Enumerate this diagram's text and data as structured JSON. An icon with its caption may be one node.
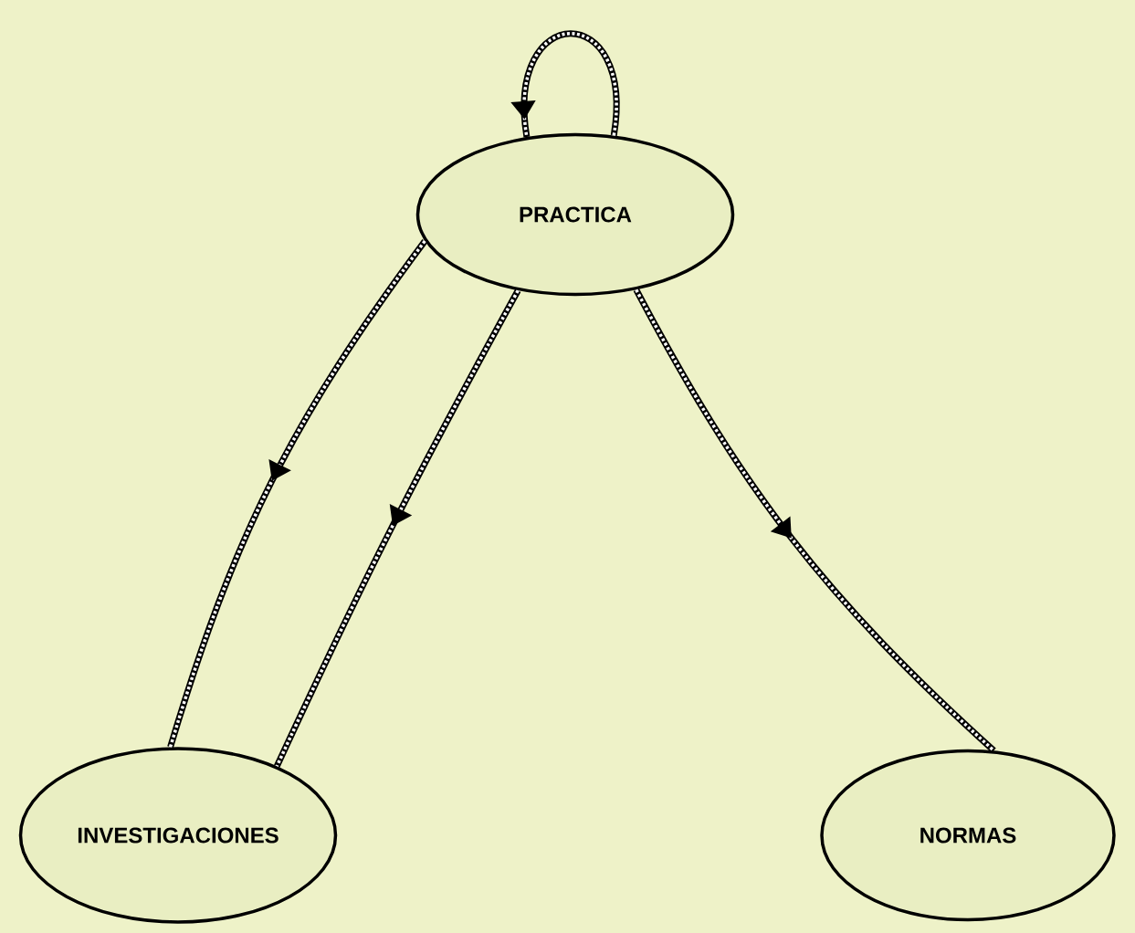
{
  "diagram": {
    "nodes": [
      {
        "text": [
          "PRACTICA"
        ]
      },
      {
        "text": [
          "INVESTIGACIONES"
        ]
      },
      {
        "text": [
          "NORMAS"
        ]
      }
    ],
    "edges": [
      {
        "from": 0,
        "to": 0,
        "arrow": "to"
      },
      {
        "from": 0,
        "to": 1,
        "arrow": "to"
      },
      {
        "from": 0,
        "to": 1,
        "arrow": "to"
      },
      {
        "from": 0,
        "to": 2,
        "arrow": "to"
      }
    ]
  }
}
